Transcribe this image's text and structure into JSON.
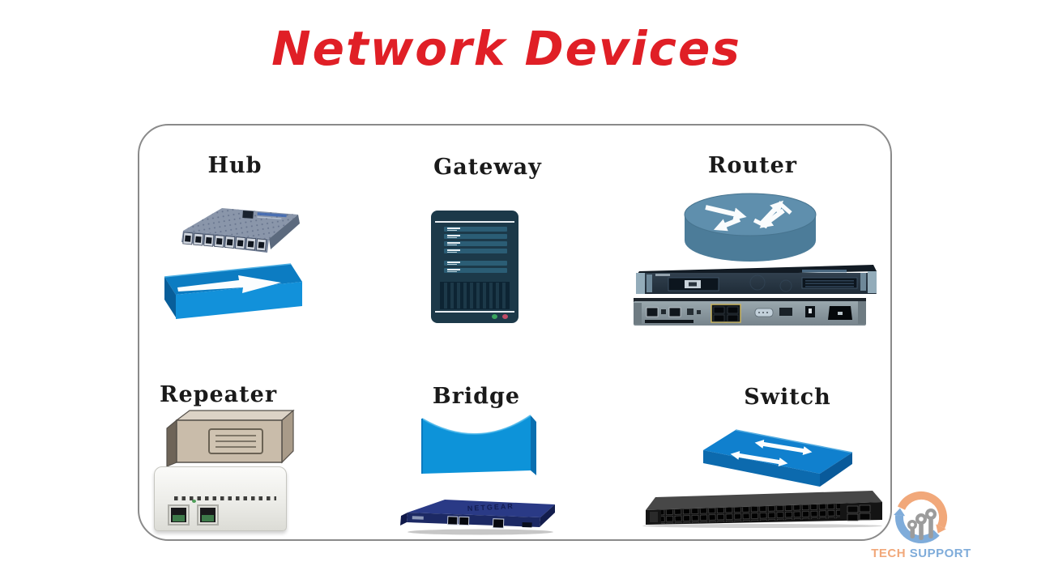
{
  "title": "Network Devices",
  "devices": [
    {
      "name": "Hub"
    },
    {
      "name": "Gateway"
    },
    {
      "name": "Router"
    },
    {
      "name": "Repeater"
    },
    {
      "name": "Bridge",
      "device_brand": "NETGEAR"
    },
    {
      "name": "Switch"
    }
  ],
  "logo": {
    "word1": "TECH",
    "word2": "SUPPORT"
  },
  "colors": {
    "title_red": "#E01F26",
    "label_black": "#1A1A1A",
    "icon_blue": "#1080CE",
    "icon_blue_dark": "#0B66A6",
    "router_cylinder_blue": "#5F8FAD",
    "gateway_navy": "#1C3949",
    "gateway_bar_teal": "#2B5D75",
    "repeater_tan": "#C9BCAA",
    "netgear_navy": "#1C2964",
    "led_green": "#3AA35E",
    "led_red": "#C04B66",
    "logo_orange": "#F1A87A",
    "logo_blue": "#7FACDA",
    "panel_border_gray": "#8A8A8A"
  }
}
